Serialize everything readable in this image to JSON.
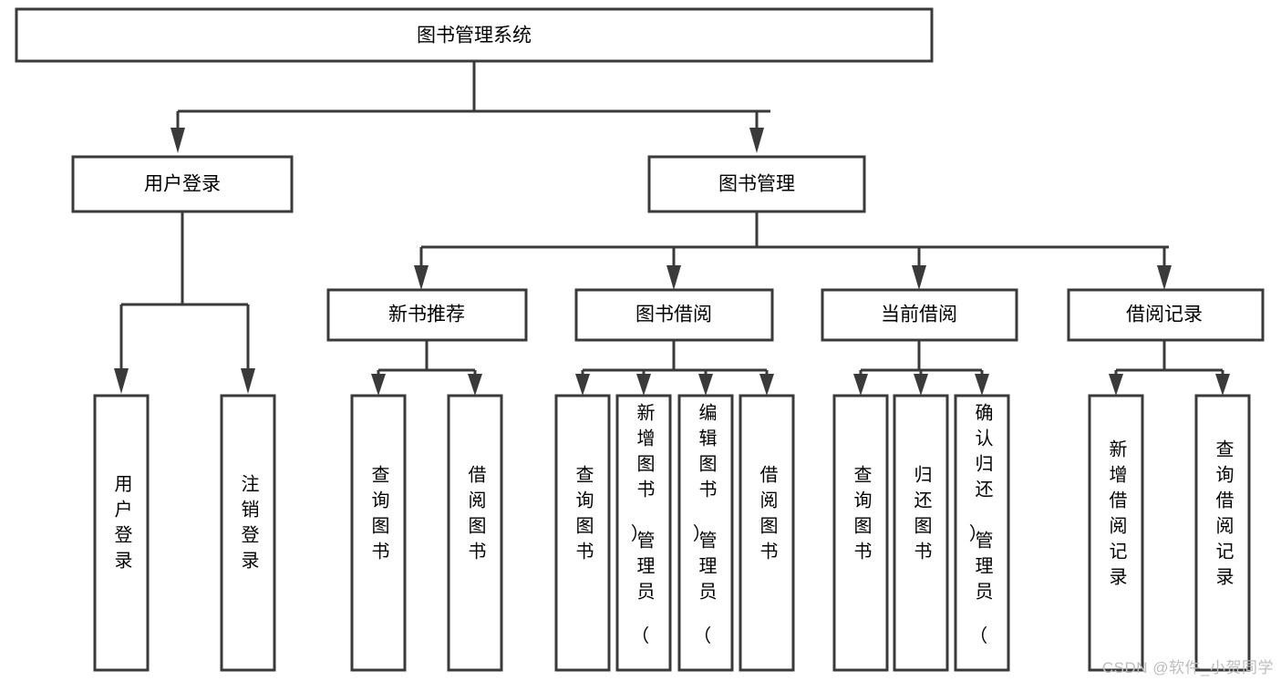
{
  "diagram": {
    "title": "图书管理系统",
    "type": "tree-hierarchy-diagram",
    "colors": {
      "background": "#ffffff",
      "box_stroke": "#3a3a3a",
      "box_fill": "#ffffff",
      "text": "#000000",
      "watermark": "#bdbdbd"
    },
    "root": {
      "label": "图书管理系统"
    },
    "level2": [
      {
        "label": "用户登录"
      },
      {
        "label": "图书管理"
      }
    ],
    "level3": [
      {
        "label": "新书推荐"
      },
      {
        "label": "图书借阅"
      },
      {
        "label": "当前借阅"
      },
      {
        "label": "借阅记录"
      }
    ],
    "leaves": {
      "user_login": [
        {
          "label": "用户登录"
        },
        {
          "label": "注销登录"
        }
      ],
      "new_book_recommend": [
        {
          "label": "查询图书"
        },
        {
          "label": "借阅图书"
        }
      ],
      "book_borrow": [
        {
          "label": "查询图书"
        },
        {
          "label": "新增图书（管理员）"
        },
        {
          "label": "编辑图书（管理员）"
        },
        {
          "label": "借阅图书"
        }
      ],
      "current_borrow": [
        {
          "label": "查询图书"
        },
        {
          "label": "归还图书"
        },
        {
          "label": "确认归还（管理员）"
        }
      ],
      "borrow_record": [
        {
          "label": "新增借阅记录"
        },
        {
          "label": "查询借阅记录"
        }
      ]
    }
  },
  "watermark": {
    "text": "CSDN @软件_小贺同学"
  }
}
